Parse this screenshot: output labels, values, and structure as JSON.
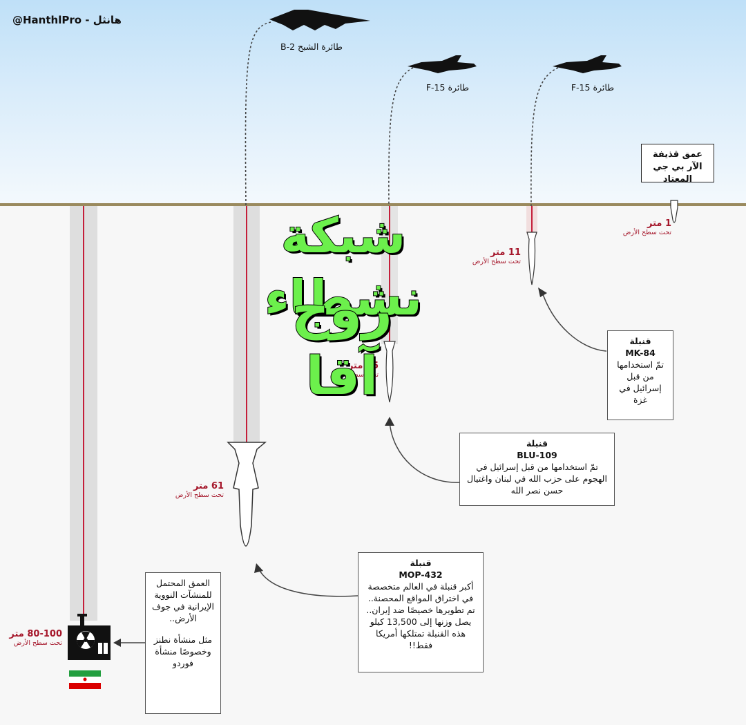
{
  "header": {
    "handle": "هانثل - HanthlPro@"
  },
  "aircraft": [
    {
      "label": "طائرة الشبح B-2"
    },
    {
      "label": "طائرة F-15"
    },
    {
      "label": "طائرة F-15"
    }
  ],
  "rpg_box": {
    "text": "عمق قذيفة الآر بي جي المعتاد"
  },
  "watermark": {
    "line1": "شبكة نشطاء",
    "line2": "روج آقا"
  },
  "depths": {
    "rpg": {
      "value": "1 متر",
      "sub": "تحت سطح الأرض"
    },
    "mk84": {
      "value": "11 متر",
      "sub": "تحت سطح الأرض"
    },
    "blu109": {
      "value": "35 متر",
      "sub": "تحت سطح الأرض"
    },
    "mop": {
      "value": "61 متر",
      "sub": "تحت سطح الأرض"
    },
    "facility": {
      "value": "80-100 متر",
      "sub": "تحت سطح الأرض"
    }
  },
  "boxes": {
    "mk84": {
      "title": "قنبلة",
      "name": "MK-84",
      "body": "تمّ استخدامها من قبل إسرائيل في غزة"
    },
    "blu109": {
      "title": "قنبلة",
      "name": "BLU-109",
      "body": "تمّ استخدامها من قبل إسرائيل في الهجوم على حزب الله في لبنان واغتيال حسن نصر الله"
    },
    "mop": {
      "title": "قنبلة",
      "name": "MOP-432",
      "body": "أكبر قنبلة في العالم متخصصة في اختراق المواقع المحصنة.. تم تطويرها خصيصًا ضد إيران.. يصل وزنها إلى 13,500 كيلو هذه القنبلة تمتلكها أمريكا فقط!!"
    },
    "facility": {
      "body1": "العمق المحتمل للمنشآت النووية الإيرانية في جوف الأرض..",
      "body2": "مثل منشأة نطنز وخصوصًا منشأة فوردو"
    }
  },
  "colors": {
    "depth_red": "#a5162a",
    "ground": "#9a8a5e",
    "watermark": "#6cf04c"
  }
}
